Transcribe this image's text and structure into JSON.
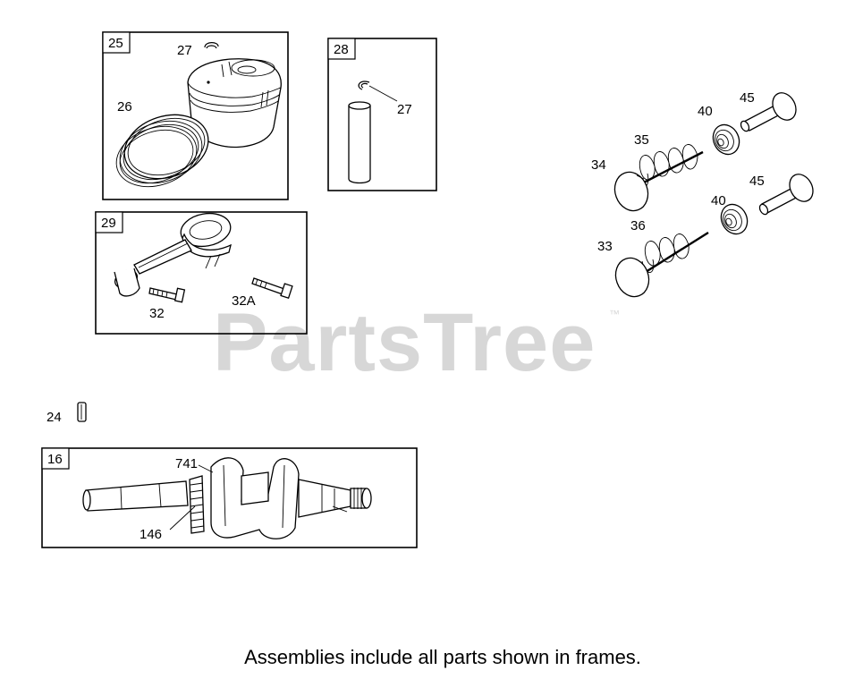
{
  "watermark": {
    "text": "PartsTree",
    "trademark": "™",
    "color": "#d7d7d7"
  },
  "footnote": "Assemblies include all parts shown in frames.",
  "frames": {
    "f25": {
      "id": "25",
      "labels": [
        "27",
        "26"
      ]
    },
    "f28": {
      "id": "28",
      "labels": [
        "27"
      ]
    },
    "f29": {
      "id": "29",
      "labels": [
        "32",
        "32A"
      ]
    },
    "f16": {
      "id": "16",
      "labels": [
        "741",
        "146"
      ]
    }
  },
  "loose_parts": {
    "key": "24",
    "valve_train": [
      "45",
      "40",
      "35",
      "34",
      "45",
      "40",
      "36",
      "33"
    ]
  }
}
